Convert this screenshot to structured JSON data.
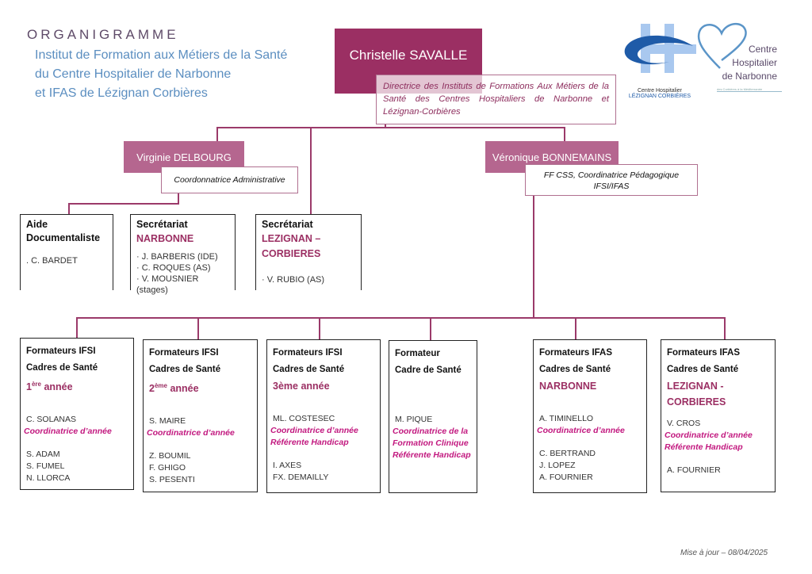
{
  "header": {
    "title": "ORGANIGRAMME",
    "subtitle_lines": [
      "Institut de Formation aux Métiers de la Santé",
      "du Centre Hospitalier de Narbonne",
      "et IFAS de Lézignan Corbières"
    ]
  },
  "logos": {
    "lezignan": {
      "line1": "Centre Hospitalier",
      "line2": "LÉZIGNAN CORBIÈRES"
    },
    "narbonne": {
      "line1": "Centre",
      "line2": "Hospitalier",
      "line3": "de Narbonne",
      "tagline": "des Corbières à la Méditerranée"
    }
  },
  "director": {
    "name": "Christelle SAVALLE",
    "role": "Directrice des Instituts de Formations Aux Métiers de la Santé des Centres Hospitaliers de Narbonne et Lézignan-Corbières"
  },
  "admin": {
    "name": "Virginie DELBOURG",
    "role": "Coordonnatrice Administrative"
  },
  "pedago": {
    "name": "Véronique BONNEMAINS",
    "role_line1": "FF CSS, Coordinatrice Pédagogique",
    "role_line2": "IFSI/IFAS"
  },
  "services": [
    {
      "title1": "Aide",
      "title2": "Documentaliste",
      "members": [
        ". C. BARDET"
      ]
    },
    {
      "title1": "Secrétariat",
      "location": "NARBONNE",
      "members": [
        "· J. BARBERIS (IDE)",
        "· C. ROQUES (AS)",
        "· V. MOUSNIER (stages)"
      ]
    },
    {
      "title1": "Secrétariat",
      "location1": "LEZIGNAN –",
      "location2": "CORBIERES",
      "members": [
        "· V. RUBIO (AS)"
      ]
    }
  ],
  "teams": [
    {
      "h1": "Formateurs IFSI",
      "h2": "Cadres de Santé",
      "year_num": "1",
      "year_sup": "ère",
      "year_word": " année",
      "lead": "C. SOLANAS",
      "lead_roles": [
        "Coordinatrice d’année"
      ],
      "members": [
        "S. ADAM",
        "S. FUMEL",
        "N. LLORCA"
      ]
    },
    {
      "h1": "Formateurs IFSI",
      "h2": "Cadres de Santé",
      "year_num": "2",
      "year_sup": "ème",
      "year_word": " année",
      "lead": "S. MAIRE",
      "lead_roles": [
        "Coordinatrice d’année"
      ],
      "members": [
        "Z. BOUMIL",
        "F. GHIGO",
        "S. PESENTI"
      ]
    },
    {
      "h1": "Formateurs IFSI",
      "h2": "Cadres de Santé",
      "year": "3ème année",
      "lead": "ML. COSTESEC",
      "lead_roles": [
        "Coordinatrice d’année",
        "Référente Handicap"
      ],
      "members": [
        "I. AXES",
        "FX. DEMAILLY"
      ]
    },
    {
      "h1": "Formateur",
      "h2": "Cadre de Santé",
      "lead": "M. PIQUE",
      "lead_roles": [
        "Coordinatrice de la",
        "Formation Clinique",
        "Référente Handicap"
      ],
      "members": []
    },
    {
      "h1": "Formateurs IFAS",
      "h2": "Cadres de Santé",
      "year": "NARBONNE",
      "lead": "A. TIMINELLO",
      "lead_roles": [
        "Coordinatrice d’année"
      ],
      "members": [
        "C. BERTRAND",
        "J. LOPEZ",
        "A. FOURNIER"
      ]
    },
    {
      "h1": "Formateurs IFAS",
      "h2": "Cadres de Santé",
      "year": "LEZIGNAN -",
      "year2": "CORBIERES",
      "lead": "V. CROS",
      "lead_roles": [
        "Coordinatrice d’année",
        "Référente Handicap"
      ],
      "members": [
        "A. FOURNIER"
      ]
    }
  ],
  "footer": {
    "updated": "Mise à jour – 08/04/2025"
  },
  "colors": {
    "primary": "#9b2f63",
    "secondary": "#b5668f",
    "subtitle": "#5b8ec0",
    "highlight": "#c2187f"
  }
}
